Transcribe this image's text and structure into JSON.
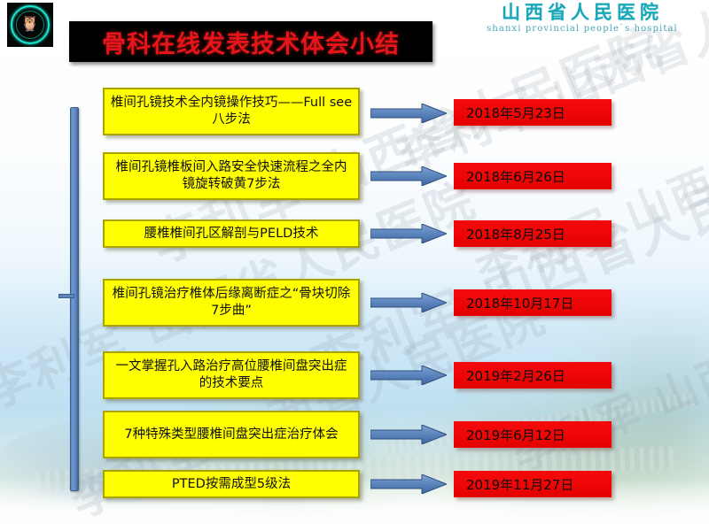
{
  "slide": {
    "title": "骨科在线发表技术体会小结",
    "logo_icon": "hospital-dove-emblem-icon",
    "watermark_text": "李利军 山西省人民医院"
  },
  "hospital": {
    "name_cn": "山西省人民医院",
    "name_en": "shanxi provincial people`s hospital",
    "color": "#1aa8b8"
  },
  "colors": {
    "title_text": "#e8141b",
    "title_bg": "#000000",
    "topic_bg": "#ffff00",
    "topic_border": "#a9a300",
    "date_bg": "#ee0505",
    "arrow": "#5d86bd"
  },
  "rows": [
    {
      "topic": "椎间孔镜技术全内镜操作技巧——Full see 八步法",
      "date": "2018年5月23日",
      "arrow_icon": "right-arrow-icon"
    },
    {
      "topic": "椎间孔镜椎板间入路安全快速流程之全内镜旋转破黄7步法",
      "date": "2018年6月26日",
      "arrow_icon": "right-arrow-icon"
    },
    {
      "topic": "腰椎椎间孔区解剖与PELD技术",
      "date": "2018年8月25日",
      "arrow_icon": "right-arrow-icon"
    },
    {
      "topic": "椎间孔镜治疗椎体后缘离断症之“骨块切除7步曲”",
      "date": "2018年10月17日",
      "arrow_icon": "right-arrow-icon"
    },
    {
      "topic": "一文掌握孔入路治疗高位腰椎间盘突出症的技术要点",
      "date": "2019年2月26日",
      "arrow_icon": "right-arrow-icon"
    },
    {
      "topic": "7种特殊类型腰椎间盘突出症治疗体会",
      "date": "2019年6月12日",
      "arrow_icon": "right-arrow-icon"
    },
    {
      "topic": "PTED按需成型5级法",
      "date": "2019年11月27日",
      "arrow_icon": "right-arrow-icon"
    }
  ]
}
